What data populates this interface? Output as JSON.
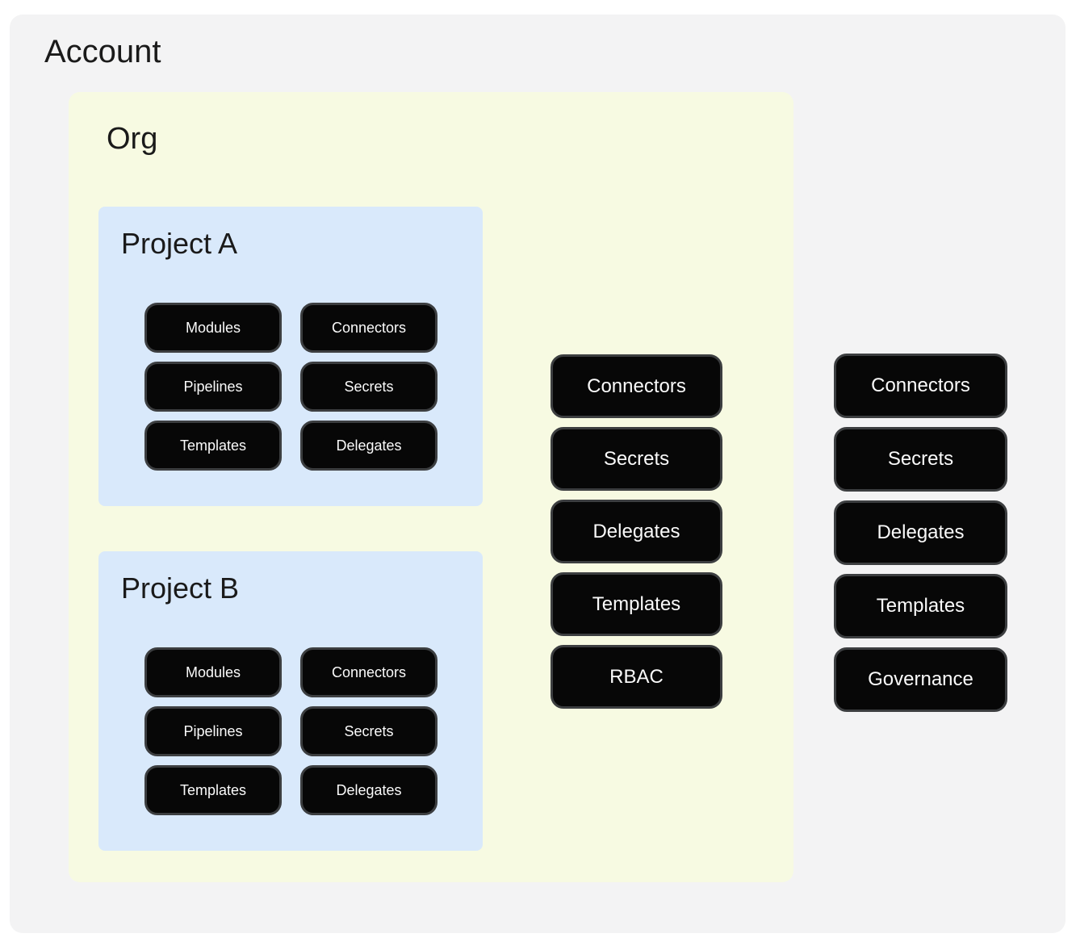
{
  "colors": {
    "account_bg": "#f3f3f4",
    "org_bg": "#f7fae2",
    "project_bg": "#d9e9fb",
    "pill_bg": "#070707",
    "pill_border": "#3c3e40",
    "pill_text": "#fafafa",
    "title_text": "#1a1a1a"
  },
  "account": {
    "label": "Account",
    "org": {
      "label": "Org",
      "projects": [
        {
          "label": "Project A",
          "pills": [
            "Modules",
            "Connectors",
            "Pipelines",
            "Secrets",
            "Templates",
            "Delegates"
          ]
        },
        {
          "label": "Project B",
          "pills": [
            "Modules",
            "Connectors",
            "Pipelines",
            "Secrets",
            "Templates",
            "Delegates"
          ]
        }
      ],
      "pills": [
        "Connectors",
        "Secrets",
        "Delegates",
        "Templates",
        "RBAC"
      ]
    },
    "pills": [
      "Connectors",
      "Secrets",
      "Delegates",
      "Templates",
      "Governance"
    ]
  }
}
